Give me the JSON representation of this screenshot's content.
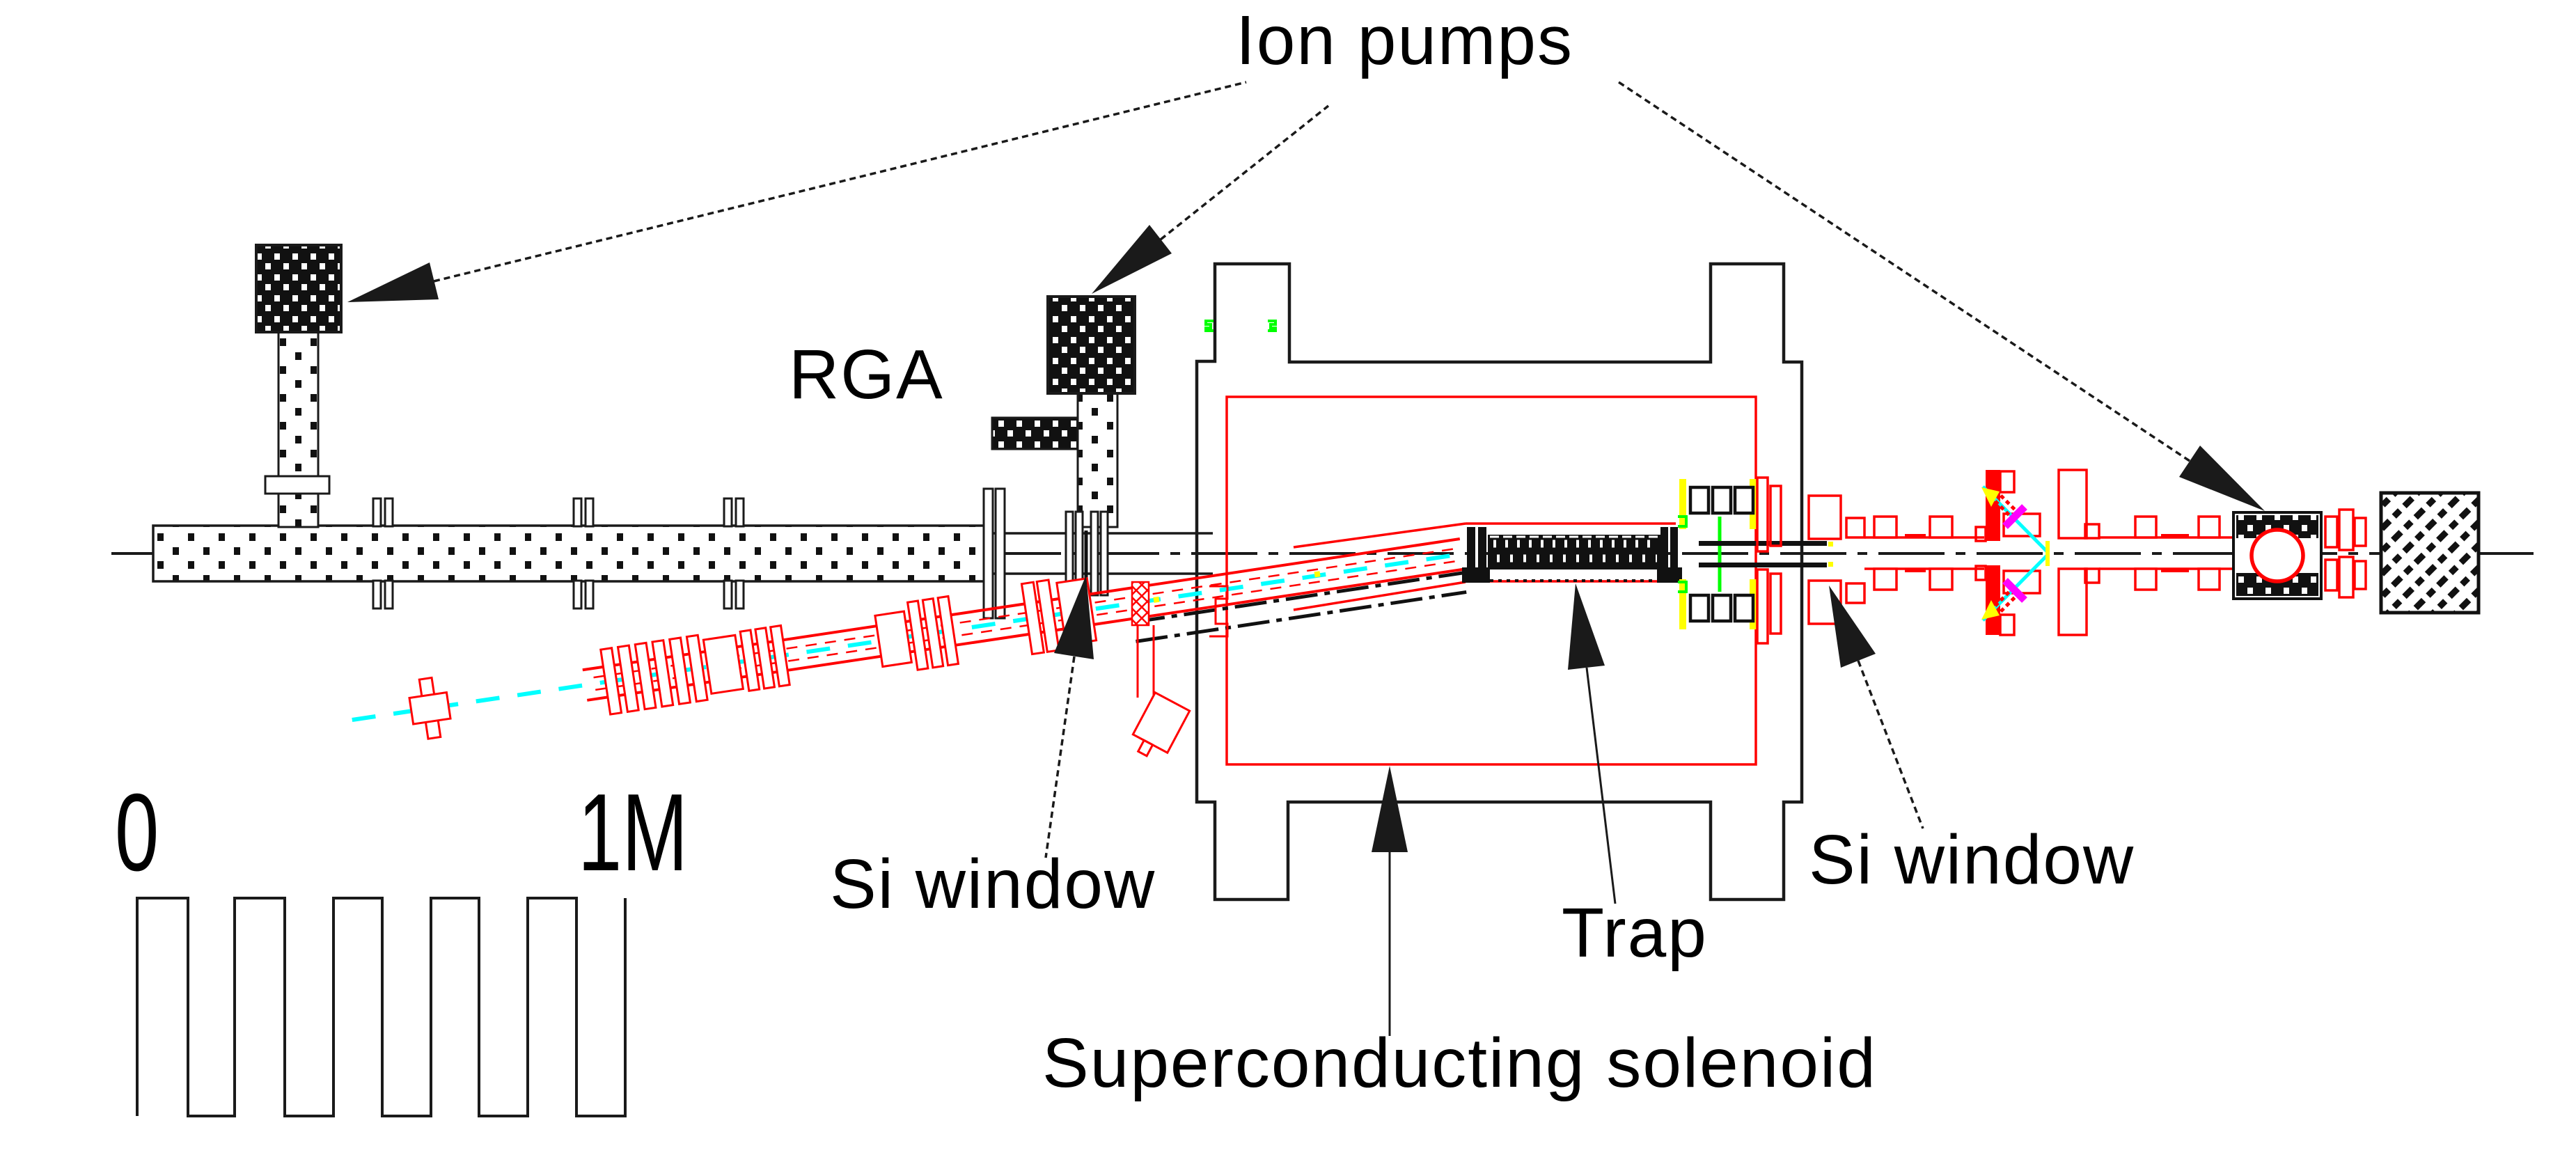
{
  "figure": {
    "kind": "vacuum-beamline apparatus schematic, side view, CAD style",
    "background": "#ffffff"
  },
  "labels": {
    "ion_pumps": "Ion pumps",
    "rga": "RGA",
    "si_window_left": "Si window",
    "trap": "Trap",
    "si_window_right": "Si window",
    "superconducting_solenoid": "Superconducting solenoid"
  },
  "scale_bar": {
    "start_label": "0",
    "end_label": "1M",
    "divisions": 10
  },
  "colors": {
    "drawing_black": "#1a1a1a",
    "beamline_red": "#ff0000",
    "laser_cyan": "#00ffff",
    "marker_green": "#00ff00",
    "marker_yellow": "#ffff00",
    "mirror_magenta": "#ff00ff",
    "background": "#ffffff"
  },
  "components": [
    "ion-pump-upstream",
    "ion-pump-middle",
    "ion-pump-downstream",
    "rga-head",
    "upstream-beam-tube",
    "gate-valve-bellows",
    "si-window-upstream",
    "superconducting-solenoid-cryostat",
    "solenoid-former",
    "penning-trap",
    "bore-exit-electrodes",
    "si-window-downstream",
    "laser-mirror-box",
    "downstream-red-beamline",
    "beam-dump",
    "diagonal-injection-beamline",
    "laser-path",
    "scale-ruler"
  ]
}
